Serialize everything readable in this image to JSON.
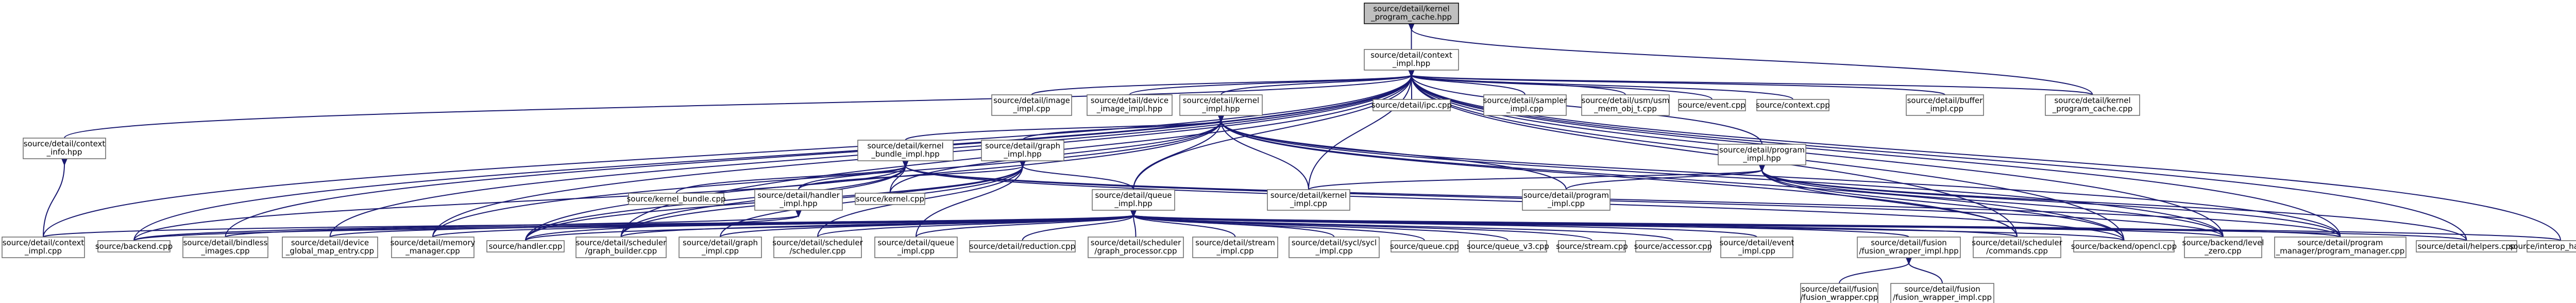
{
  "graph": {
    "kind": "include-dependency graph",
    "nodes": [
      {
        "id": "root",
        "lines": [
          "source/detail/kernel",
          "_program_cache.hpp"
        ]
      },
      {
        "id": "ctx",
        "lines": [
          "source/detail/context",
          "_impl.hpp"
        ]
      },
      {
        "id": "kpcc",
        "lines": [
          "source/detail/kernel",
          "_program_cache.cpp"
        ]
      },
      {
        "id": "ctxinfo",
        "lines": [
          "source/detail/context",
          "_info.hpp"
        ]
      },
      {
        "id": "img",
        "lines": [
          "source/detail/image",
          "_impl.cpp"
        ]
      },
      {
        "id": "devimg",
        "lines": [
          "source/detail/device",
          "_image_impl.hpp"
        ]
      },
      {
        "id": "kimpl",
        "lines": [
          "source/detail/kernel",
          "_impl.hpp"
        ]
      },
      {
        "id": "ipc",
        "lines": [
          "source/detail/ipc.cpp"
        ]
      },
      {
        "id": "sampler",
        "lines": [
          "source/detail/sampler",
          "_impl.cpp"
        ]
      },
      {
        "id": "usm",
        "lines": [
          "source/detail/usm/usm",
          "_mem_obj_t.cpp"
        ]
      },
      {
        "id": "event",
        "lines": [
          "source/event.cpp"
        ]
      },
      {
        "id": "context",
        "lines": [
          "source/context.cpp"
        ]
      },
      {
        "id": "buffer",
        "lines": [
          "source/detail/buffer",
          "_impl.cpp"
        ]
      },
      {
        "id": "kbundle",
        "lines": [
          "source/detail/kernel",
          "_bundle_impl.hpp"
        ]
      },
      {
        "id": "graph",
        "lines": [
          "source/detail/graph",
          "_impl.hpp"
        ]
      },
      {
        "id": "program",
        "lines": [
          "source/detail/program",
          "_impl.hpp"
        ]
      },
      {
        "id": "ctximplcpp",
        "lines": [
          "source/detail/context",
          "_impl.cpp"
        ]
      },
      {
        "id": "backend",
        "lines": [
          "source/backend.cpp"
        ]
      },
      {
        "id": "bindless",
        "lines": [
          "source/detail/bindless",
          "_images.cpp"
        ]
      },
      {
        "id": "globalmap",
        "lines": [
          "source/detail/device",
          "_global_map_entry.cpp"
        ]
      },
      {
        "id": "memmgr",
        "lines": [
          "source/detail/memory",
          "_manager.cpp"
        ]
      },
      {
        "id": "handlerimpl",
        "lines": [
          "source/detail/handler",
          "_impl.hpp"
        ]
      },
      {
        "id": "kbundlecpp",
        "lines": [
          "source/kernel_bundle.cpp"
        ]
      },
      {
        "id": "kernelcpp",
        "lines": [
          "source/kernel.cpp"
        ]
      },
      {
        "id": "queueimpl",
        "lines": [
          "source/detail/queue",
          "_impl.hpp"
        ]
      },
      {
        "id": "kimplcpp",
        "lines": [
          "source/detail/kernel",
          "_impl.cpp"
        ]
      },
      {
        "id": "progimplcpp",
        "lines": [
          "source/detail/program",
          "_impl.cpp"
        ]
      },
      {
        "id": "handler",
        "lines": [
          "source/handler.cpp"
        ]
      },
      {
        "id": "graphbuilder",
        "lines": [
          "source/detail/scheduler",
          "/graph_builder.cpp"
        ]
      },
      {
        "id": "graphimplcpp",
        "lines": [
          "source/detail/graph",
          "_impl.cpp"
        ]
      },
      {
        "id": "scheduler",
        "lines": [
          "source/detail/scheduler",
          "/scheduler.cpp"
        ]
      },
      {
        "id": "queueimplcpp",
        "lines": [
          "source/detail/queue",
          "_impl.cpp"
        ]
      },
      {
        "id": "reduction",
        "lines": [
          "source/detail/reduction.cpp"
        ]
      },
      {
        "id": "graphproc",
        "lines": [
          "source/detail/scheduler",
          "/graph_processor.cpp"
        ]
      },
      {
        "id": "streamimpl",
        "lines": [
          "source/detail/stream",
          "_impl.cpp"
        ]
      },
      {
        "id": "syncimpl",
        "lines": [
          "source/detail/sycl/sycl",
          "_impl.cpp"
        ]
      },
      {
        "id": "queue",
        "lines": [
          "source/queue.cpp"
        ]
      },
      {
        "id": "queuev3",
        "lines": [
          "source/queue_v3.cpp"
        ]
      },
      {
        "id": "stream",
        "lines": [
          "source/stream.cpp"
        ]
      },
      {
        "id": "accessor",
        "lines": [
          "source/accessor.cpp"
        ]
      },
      {
        "id": "eventimpl",
        "lines": [
          "source/detail/event",
          "_impl.cpp"
        ]
      },
      {
        "id": "fusionwrap",
        "lines": [
          "source/detail/fusion",
          "/fusion_wrapper_impl.hpp"
        ]
      },
      {
        "id": "commands",
        "lines": [
          "source/detail/scheduler",
          "/commands.cpp"
        ]
      },
      {
        "id": "opencl",
        "lines": [
          "source/backend/opencl.cpp"
        ]
      },
      {
        "id": "levelzero",
        "lines": [
          "source/backend/level",
          "_zero.cpp"
        ]
      },
      {
        "id": "progmgr",
        "lines": [
          "source/detail/program",
          "_manager/program_manager.cpp"
        ]
      },
      {
        "id": "helpers",
        "lines": [
          "source/detail/helpers.cpp"
        ]
      },
      {
        "id": "interop",
        "lines": [
          "source/interop_handle.cpp"
        ]
      },
      {
        "id": "fusionwrapcpp",
        "lines": [
          "source/detail/fusion",
          "/fusion_wrapper.cpp"
        ]
      },
      {
        "id": "fusionwrapimpl",
        "lines": [
          "source/detail/fusion",
          "/fusion_wrapper_impl.cpp"
        ]
      }
    ]
  },
  "colors": {
    "edge": "#191970",
    "node_border": "#666666",
    "root_fill": "#bfbfbf"
  }
}
